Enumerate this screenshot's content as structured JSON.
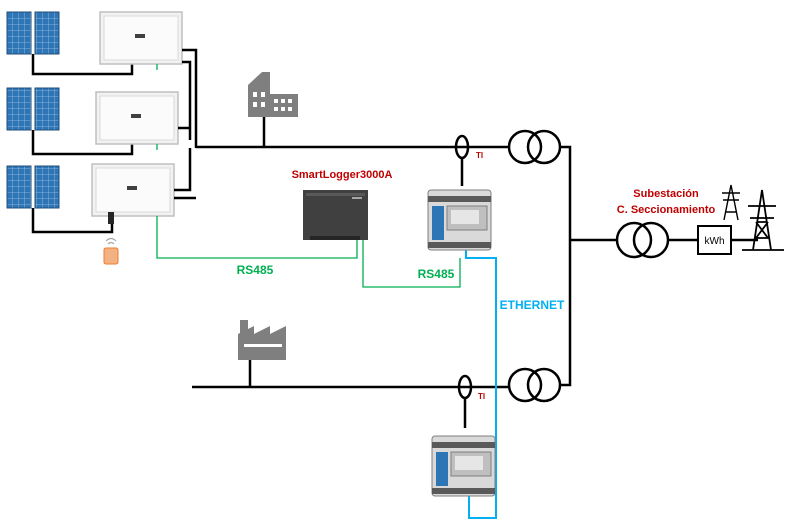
{
  "labels": {
    "smartlogger": "SmartLogger3000A",
    "rs485_left": "RS485",
    "rs485_right": "RS485",
    "ethernet": "ETHERNET",
    "ti_top": "TI",
    "ti_bottom": "TI",
    "substation_line1": "Subestación",
    "substation_line2": "C. Seccionamiento",
    "kwh": "kWh"
  },
  "colors": {
    "power_line": "#000000",
    "rs485": "#00b050",
    "ethernet": "#00b0f0",
    "label_red": "#c00000",
    "label_green": "#00b050",
    "label_blue": "#00b0f0",
    "icon_gray": "#7f7f7f",
    "panel_blue": "#2e75b6"
  }
}
